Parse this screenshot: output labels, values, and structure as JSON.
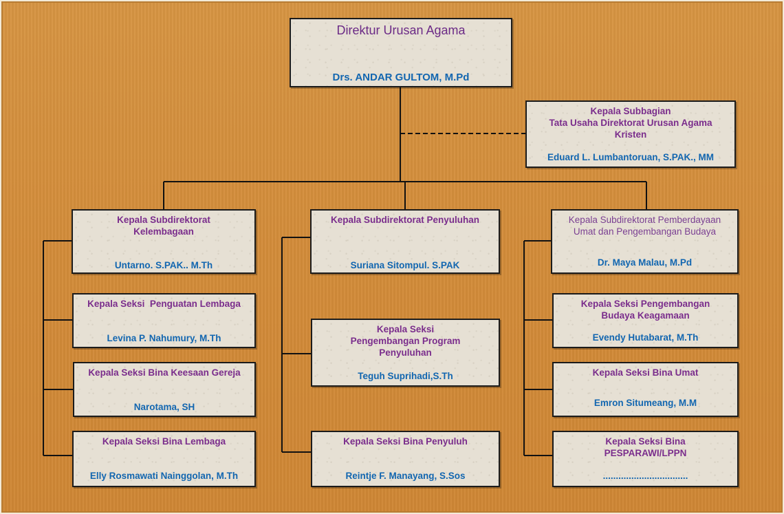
{
  "org": {
    "director": {
      "title": "Direktur Urusan Agama",
      "name": "Drs. ANDAR GULTOM, M.Pd"
    },
    "subbagian": {
      "title": "Kepala Subbagian\nTata Usaha Direktorat Urusan Agama\nKristen",
      "name": "Eduard L. Lumbantoruan, S.PAK., MM"
    },
    "col1": {
      "head": {
        "title": "Kepala Subdirektorat\nKelembagaan",
        "name": "Untarno. S.PAK.. M.Th"
      },
      "s1": {
        "title": "Kepala Seksi  Penguatan Lembaga",
        "name": "Levina P. Nahumury, M.Th"
      },
      "s2": {
        "title": "Kepala Seksi Bina Keesaan Gereja",
        "name": "Narotama, SH"
      },
      "s3": {
        "title": "Kepala Seksi Bina Lembaga",
        "name": "Elly Rosmawati Nainggolan, M.Th"
      }
    },
    "col2": {
      "head": {
        "title": "Kepala Subdirektorat Penyuluhan",
        "name": "Suriana Sitompul. S.PAK"
      },
      "s1": {
        "title": "Kepala Seksi\nPengembangan Program\nPenyuluhan",
        "name": "Teguh Suprihadi,S.Th"
      },
      "s2": {
        "title": "Kepala Seksi Bina Penyuluh",
        "name": "Reintje F. Manayang, S.Sos"
      }
    },
    "col3": {
      "head": {
        "title": "Kepala Subdirektorat Pemberdayaan\nUmat dan Pengembangan Budaya",
        "name": "Dr. Maya Malau, M.Pd"
      },
      "s1": {
        "title": "Kepala Seksi Pengembangan\nBudaya Keagamaan",
        "name": "Evendy Hutabarat, M.Th"
      },
      "s2": {
        "title": "Kepala Seksi Bina Umat",
        "name": "Emron Situmeang, M.M"
      },
      "s3": {
        "title": "Kepala Seksi Bina\nPESPARAWI/LPPN",
        "name": "................................."
      }
    }
  }
}
